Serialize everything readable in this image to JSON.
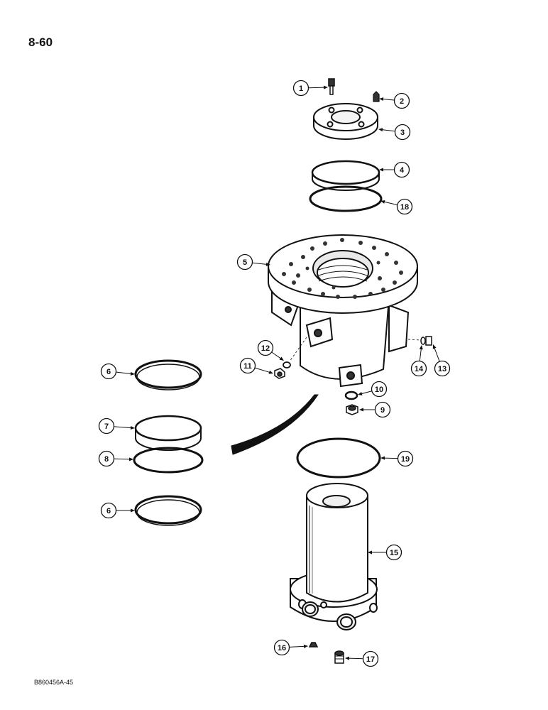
{
  "page_number": "8-60",
  "figure_code": "B860456A-45",
  "callouts": [
    {
      "id": "c1",
      "label": "1"
    },
    {
      "id": "c2",
      "label": "2"
    },
    {
      "id": "c3",
      "label": "3"
    },
    {
      "id": "c4",
      "label": "4"
    },
    {
      "id": "c18",
      "label": "18"
    },
    {
      "id": "c5",
      "label": "5"
    },
    {
      "id": "c12",
      "label": "12"
    },
    {
      "id": "c11",
      "label": "11"
    },
    {
      "id": "c14",
      "label": "14"
    },
    {
      "id": "c13",
      "label": "13"
    },
    {
      "id": "c6a",
      "label": "6"
    },
    {
      "id": "c10",
      "label": "10"
    },
    {
      "id": "c9",
      "label": "9"
    },
    {
      "id": "c7",
      "label": "7"
    },
    {
      "id": "c8",
      "label": "8"
    },
    {
      "id": "c19",
      "label": "19"
    },
    {
      "id": "c6b",
      "label": "6"
    },
    {
      "id": "c15",
      "label": "15"
    },
    {
      "id": "c16",
      "label": "16"
    },
    {
      "id": "c17",
      "label": "17"
    }
  ]
}
